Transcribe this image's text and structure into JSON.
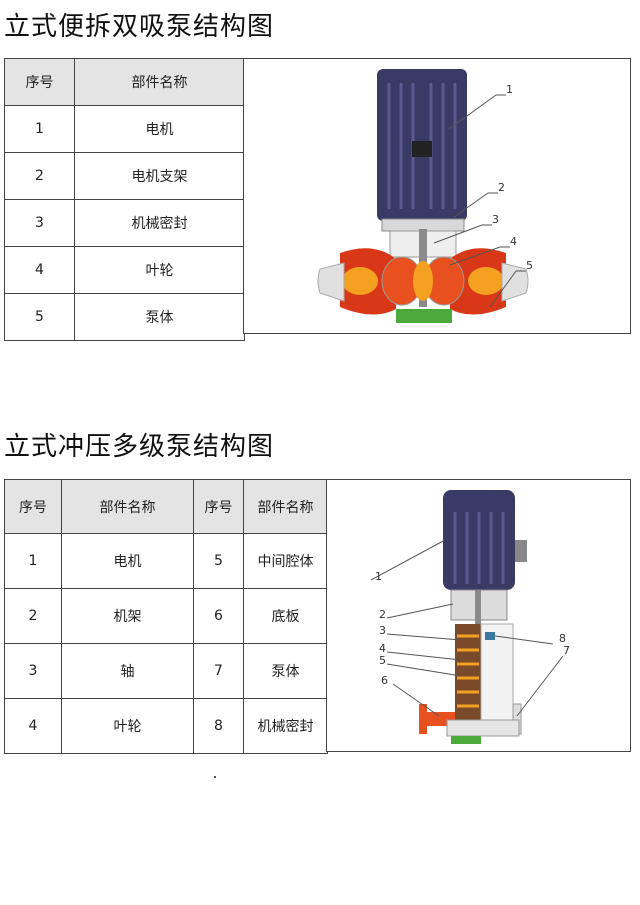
{
  "section1": {
    "title": "立式便拆双吸泵结构图",
    "headers": [
      "序号",
      "部件名称"
    ],
    "rows": [
      [
        "1",
        "电机"
      ],
      [
        "2",
        "电机支架"
      ],
      [
        "3",
        "机械密封"
      ],
      [
        "4",
        "叶轮"
      ],
      [
        "5",
        "泵体"
      ]
    ],
    "callouts": [
      "1",
      "2",
      "3",
      "4",
      "5"
    ]
  },
  "section2": {
    "title": "立式冲压多级泵结构图",
    "headers": [
      "序号",
      "部件名称",
      "序号",
      "部件名称"
    ],
    "rows": [
      [
        "1",
        "电机",
        "5",
        "中间腔体"
      ],
      [
        "2",
        "机架",
        "6",
        "底板"
      ],
      [
        "3",
        "轴",
        "7",
        "泵体"
      ],
      [
        "4",
        "叶轮",
        "8",
        "机械密封"
      ]
    ],
    "callouts": [
      "1",
      "2",
      "3",
      "4",
      "5",
      "6",
      "7",
      "8"
    ]
  },
  "colors": {
    "motor": "#3a3a66",
    "impeller_red": "#d93818",
    "impeller_orange": "#f4a020",
    "base_green": "#4caa3c"
  }
}
